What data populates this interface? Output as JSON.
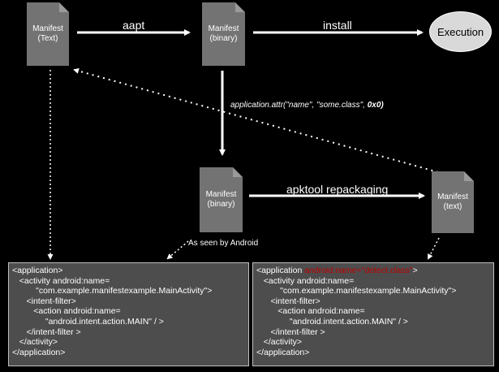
{
  "nodes": {
    "manifest_text": [
      "Manifest",
      "(Text)"
    ],
    "manifest_binary_top": [
      "Manifest",
      "(binary)"
    ],
    "manifest_binary_mid": [
      "Manifest",
      "(binary)"
    ],
    "manifest_text_right": [
      "Manifest",
      "(text)"
    ],
    "execution": "Execution"
  },
  "edges": {
    "aapt": "aapt",
    "install": "install",
    "apktool": "apktool repackaging",
    "attr_prefix": "application.attr(\"name\", \"some.class\", ",
    "attr_bold": "0x0)",
    "seen_by_android": "As seen by Android"
  },
  "code_left": {
    "lines": [
      "<application>",
      "   <activity android:name=",
      "          \"com.example.manifestexample.MainActivity\">",
      "      <intent-filter>",
      "         <action android:name=",
      "              \"android.intent.action.MAIN\" / >",
      "      </intent-filter >",
      "   </activity>",
      "</application>"
    ]
  },
  "code_right": {
    "first_prefix": "<application ",
    "first_highlight": "android:name=\"detect.class\"",
    "first_suffix": ">",
    "lines": [
      "   <activity android:name=",
      "          \"com.example.manifestexample.MainActivity\">",
      "      <intent-filter>",
      "         <action android:name=",
      "              \"android.intent.action.MAIN\" / >",
      "      </intent-filter >",
      "   </activity>",
      "</application>"
    ]
  },
  "colors": {
    "background": "#000000",
    "doc_fill": "#737373",
    "code_fill": "#4d4d4d",
    "highlight": "#c00000",
    "execution_fill": "#d9d9d9"
  }
}
